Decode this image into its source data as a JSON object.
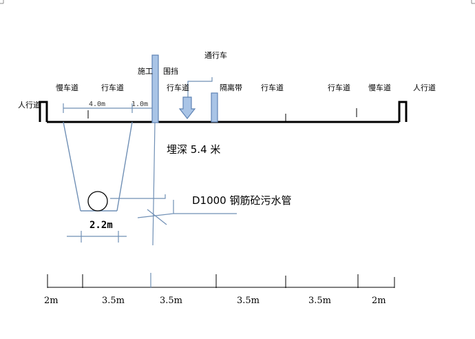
{
  "labels": {
    "pedestrian_left": "人行道",
    "slow_lane_left": "慢车道",
    "lane_1": "行车道",
    "lane_2": "行车道",
    "median": "隔离带",
    "lane_3": "行车道",
    "lane_4": "行车道",
    "slow_lane_right": "慢车道",
    "pedestrian_right": "人行道",
    "construction_1": "施工",
    "construction_2": "围挡",
    "traffic": "通行车",
    "depth": "埋深 5.4 米",
    "pipe": "D1000 钢筋砼污水管",
    "trench_top_width": "4.0m",
    "offset": "1.0m",
    "trench_bottom_width": "2.2m"
  },
  "dimensions": [
    "2m",
    "3.5m",
    "3.5m",
    "3.5m",
    "3.5m",
    "2m"
  ],
  "colors": {
    "line": "#000000",
    "accent_line": "#6f8fb5",
    "barrier_fill": "#a9c4e6",
    "barrier_stroke": "#5f83b3"
  }
}
